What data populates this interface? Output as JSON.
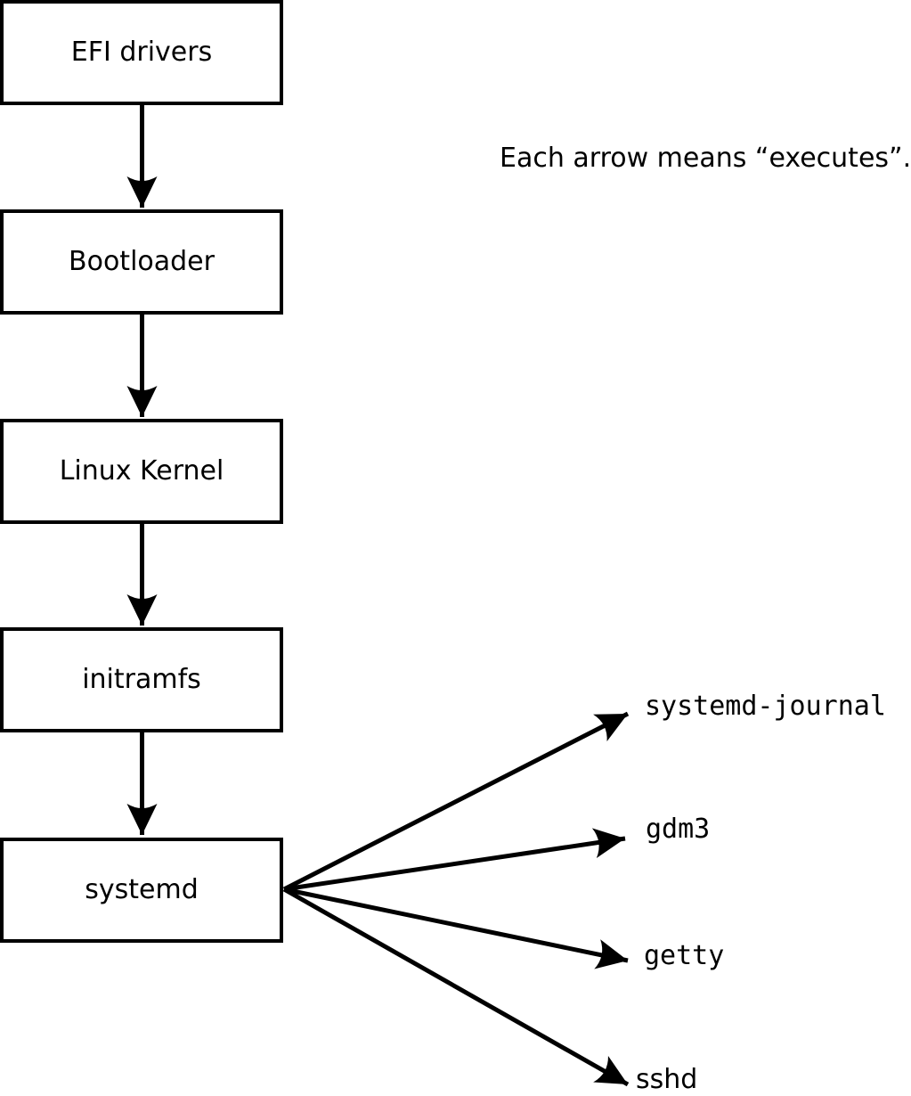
{
  "diagram": {
    "note": "Each arrow means “executes”.",
    "chain": [
      {
        "id": "efi-drivers",
        "label": "EFI drivers"
      },
      {
        "id": "bootloader",
        "label": "Bootloader"
      },
      {
        "id": "linux-kernel",
        "label": "Linux Kernel"
      },
      {
        "id": "initramfs",
        "label": "initramfs"
      },
      {
        "id": "systemd",
        "label": "systemd"
      }
    ],
    "spawned": [
      {
        "id": "systemd-journal",
        "label": "systemd-journal"
      },
      {
        "id": "gdm3",
        "label": "gdm3"
      },
      {
        "id": "getty",
        "label": "getty"
      },
      {
        "id": "sshd",
        "label": "sshd"
      }
    ],
    "colors": {
      "stroke": "#000000",
      "background": "#ffffff",
      "box_fill": "#ffffff"
    }
  }
}
